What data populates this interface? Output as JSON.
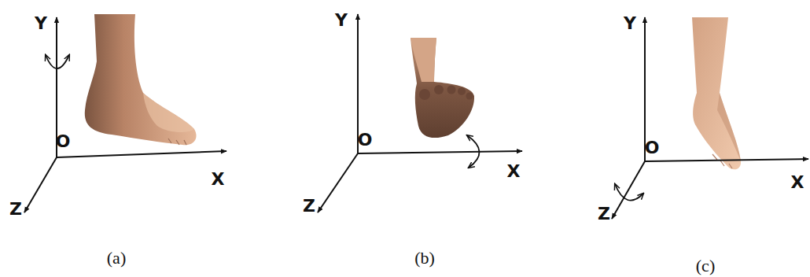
{
  "diagram": {
    "labels": [
      "Y",
      "O",
      "X",
      "Z",
      "Y",
      "O",
      "X",
      "Z",
      "Y",
      "O",
      "X",
      "Z",
      "(a)",
      "(b)",
      "(c)"
    ]
  }
}
